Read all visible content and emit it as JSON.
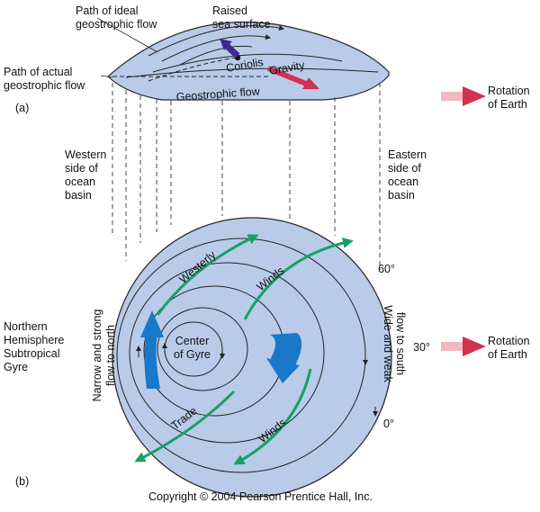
{
  "part_a": {
    "letter": "(a)",
    "ideal_path_label": "Path of ideal\ngeostrophic flow",
    "raised_sea_label": "Raised\nsea surface",
    "actual_path_label": "Path of actual\ngeostrophic flow",
    "coriolis": "Coriolis",
    "gravity": "Gravity",
    "geostrophic_flow": "Geostrophic flow",
    "rotation": "Rotation\nof Earth"
  },
  "side_labels": {
    "western": "Western\nside of\nocean\nbasin",
    "eastern": "Eastern\nside of\nocean\nbasin"
  },
  "part_b": {
    "letter": "(b)",
    "gyre_label": "Northern\nHemisphere\nSubtropical\nGyre",
    "center": "Center\nof Gyre",
    "westerly": "Westerly",
    "winds_top": "Winds",
    "trade": "Trade",
    "winds_bottom": "Winds",
    "narrow_line1": "Narrow and strong",
    "narrow_line2": "flow to north",
    "wide_line1": "Wide and weak",
    "wide_line2": "flow to south",
    "lat_60": "60°",
    "lat_30": "30°",
    "lat_0": "0°",
    "rotation": "Rotation\nof Earth"
  },
  "copyright": "Copyright © 2004 Pearson Prentice Hall, Inc.",
  "colors": {
    "ocean": "#b9cbe9",
    "ocean_stroke": "#2a2a2a",
    "coriolis_arrow": "#3f2a8c",
    "gravity_arrow": "#d2324f",
    "rotation_arrow": "#d2324f",
    "wind_arrow": "#16a163",
    "current_arrow": "#1a78c8"
  }
}
